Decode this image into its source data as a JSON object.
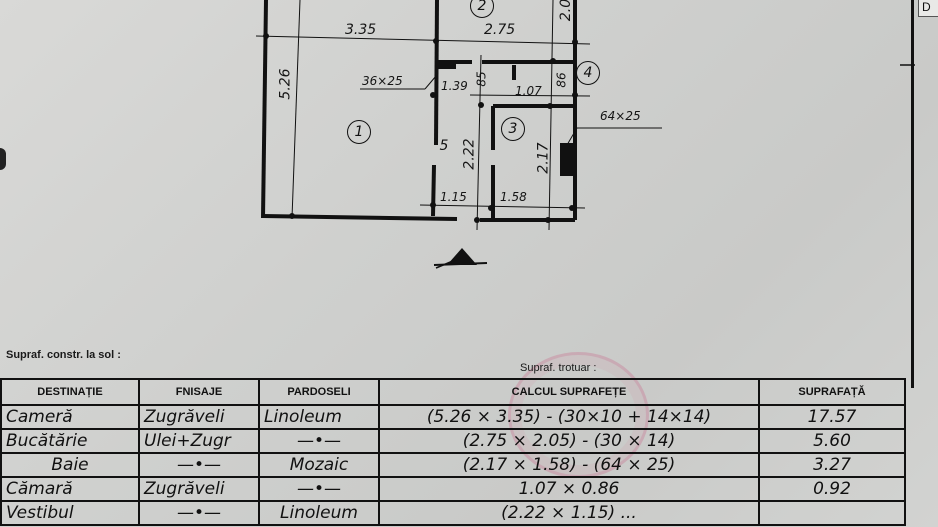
{
  "floor_plan": {
    "dimensions": {
      "top_left_width": "3.35",
      "top_right_width": "2.75",
      "left_height": "5.26",
      "top_right_partial": "2.0",
      "hall_width": "1.39",
      "hall_small": "85",
      "pantry_width": "1.07",
      "pantry_height": "86",
      "corridor_height": "2.22",
      "bath_height": "2.17",
      "corridor_width": "1.15",
      "bath_width": "1.58"
    },
    "annotations": {
      "chimney_left": "36×25",
      "chimney_right": "64×25"
    },
    "room_numbers": [
      "1",
      "2",
      "3",
      "4",
      "5"
    ],
    "north_arrow": "north-arrow-icon",
    "corner_letter": "D"
  },
  "notes": {
    "built_area_label": "Supraf. constr. la sol :",
    "sidewalk_label": "Supraf. trotuar :"
  },
  "table": {
    "headers": [
      "DESTINAȚIE",
      "FNISAJE",
      "PARDOSELI",
      "CALCUL SUPRAFEȚE",
      "SUPRAFAȚĂ"
    ],
    "rows": [
      {
        "destinatie": "Cameră",
        "finisaje": "Zugrăveli",
        "pardoseli": "Linoleum",
        "calcul": "(5.26 × 3.35) - (30×10 + 14×14)",
        "suprafata": "17.57"
      },
      {
        "destinatie": "Bucătărie",
        "finisaje": "Ulei+Zugr",
        "pardoseli": "—•—",
        "calcul": "(2.75 × 2.05) - (30 × 14)",
        "suprafata": "5.60"
      },
      {
        "destinatie": "Baie",
        "finisaje": "—•—",
        "pardoseli": "Mozaic",
        "calcul": "(2.17 × 1.58) - (64 × 25)",
        "suprafata": "3.27"
      },
      {
        "destinatie": "Cămară",
        "finisaje": "Zugrăveli",
        "pardoseli": "—•—",
        "calcul": "1.07 × 0.86",
        "suprafata": "0.92"
      },
      {
        "destinatie": "Vestibul",
        "finisaje": "—•—",
        "pardoseli": "Linoleum",
        "calcul": "(2.22 × 1.15) ...",
        "suprafata": ""
      }
    ]
  }
}
